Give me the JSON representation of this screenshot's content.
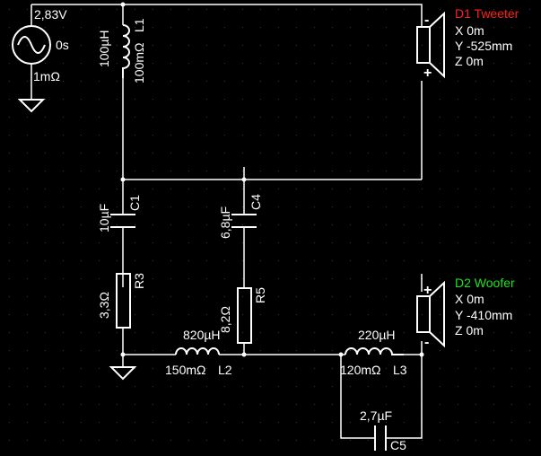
{
  "source": {
    "amplitude": "2,83V",
    "phase": "0s",
    "resistance": "1mΩ"
  },
  "inductors": {
    "L1": {
      "name": "L1",
      "value": "100µH",
      "resistance": "100mΩ"
    },
    "L2": {
      "name": "L2",
      "value": "820µH",
      "resistance": "150mΩ"
    },
    "L3": {
      "name": "L3",
      "value": "220µH",
      "resistance": "120mΩ"
    }
  },
  "capacitors": {
    "C1": {
      "name": "C1",
      "value": "10µF"
    },
    "C4": {
      "name": "C4",
      "value": "6,8µF"
    },
    "C5": {
      "name": "C5",
      "value": "2,7µF"
    }
  },
  "resistors": {
    "R3": {
      "name": "R3",
      "value": "3,3Ω"
    },
    "R5": {
      "name": "R5",
      "value": "8,2Ω"
    }
  },
  "drivers": {
    "D1": {
      "name": "D1 Tweeter",
      "color": "#ff2020",
      "x": "X 0m",
      "y": "Y -525mm",
      "z": "Z 0m",
      "plus": "+",
      "minus": "-"
    },
    "D2": {
      "name": "D2 Woofer",
      "color": "#20e020",
      "x": "X 0m",
      "y": "Y -410mm",
      "z": "Z 0m",
      "plus": "+",
      "minus": "-"
    }
  },
  "colors": {
    "background": "#000000",
    "wire": "#ffffff",
    "grid": "#3a3a3a"
  }
}
